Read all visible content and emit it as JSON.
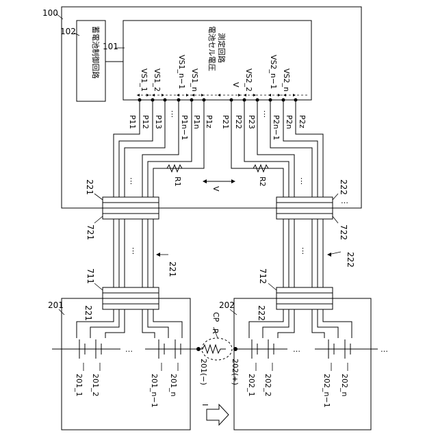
{
  "labels": {
    "ctrl_100": "100",
    "ctrl_102": "102",
    "ctrl_101": "101",
    "storage_ctrl": "蓄電池制御回路",
    "cell_meas": "電池セル電圧",
    "cell_meas2": "測定回路",
    "vs1_1": "VS1_1",
    "vs1_2": "VS1_2",
    "vs1_nm1": "VS1_n−1",
    "vs1_n": "VS1_n",
    "v_top": "V",
    "vs2_2": "VS2_2",
    "vs2_nm1": "VS2_n−1",
    "vs2_n": "VS2_n",
    "p11": "P11",
    "p12": "P12",
    "p13": "P13",
    "p1nm1": "P1n−1",
    "p1n": "P1n",
    "p1z": "P1z",
    "p21": "P21",
    "p22": "P22",
    "p23": "P23",
    "p2nm1": "P2n−1",
    "p2n": "P2n",
    "p2z": "P2z",
    "r1": "R1",
    "r2": "R2",
    "v_mid": "V",
    "c221_top": "221",
    "c222_top": "222",
    "c721": "721",
    "c722": "722",
    "c221_mid": "221",
    "c222_mid": "222",
    "c711": "711",
    "c712": "712",
    "c221_bot": "221",
    "c222_bot": "222",
    "b201": "201",
    "b202": "202",
    "cp": "CP",
    "r": "R",
    "b201_neg": "201(−)",
    "b202_pos": "202(+)",
    "i_label": "I",
    "cell201_1": "201_1",
    "cell201_2": "201_2",
    "cell201_nm1": "201_n−1",
    "cell201_n": "201_n",
    "cell202_1": "202_1",
    "cell202_2": "202_2",
    "cell202_nm1": "202_n−1",
    "cell202_n": "202_n",
    "ellipsis": "…",
    "vdots": "⋮"
  }
}
